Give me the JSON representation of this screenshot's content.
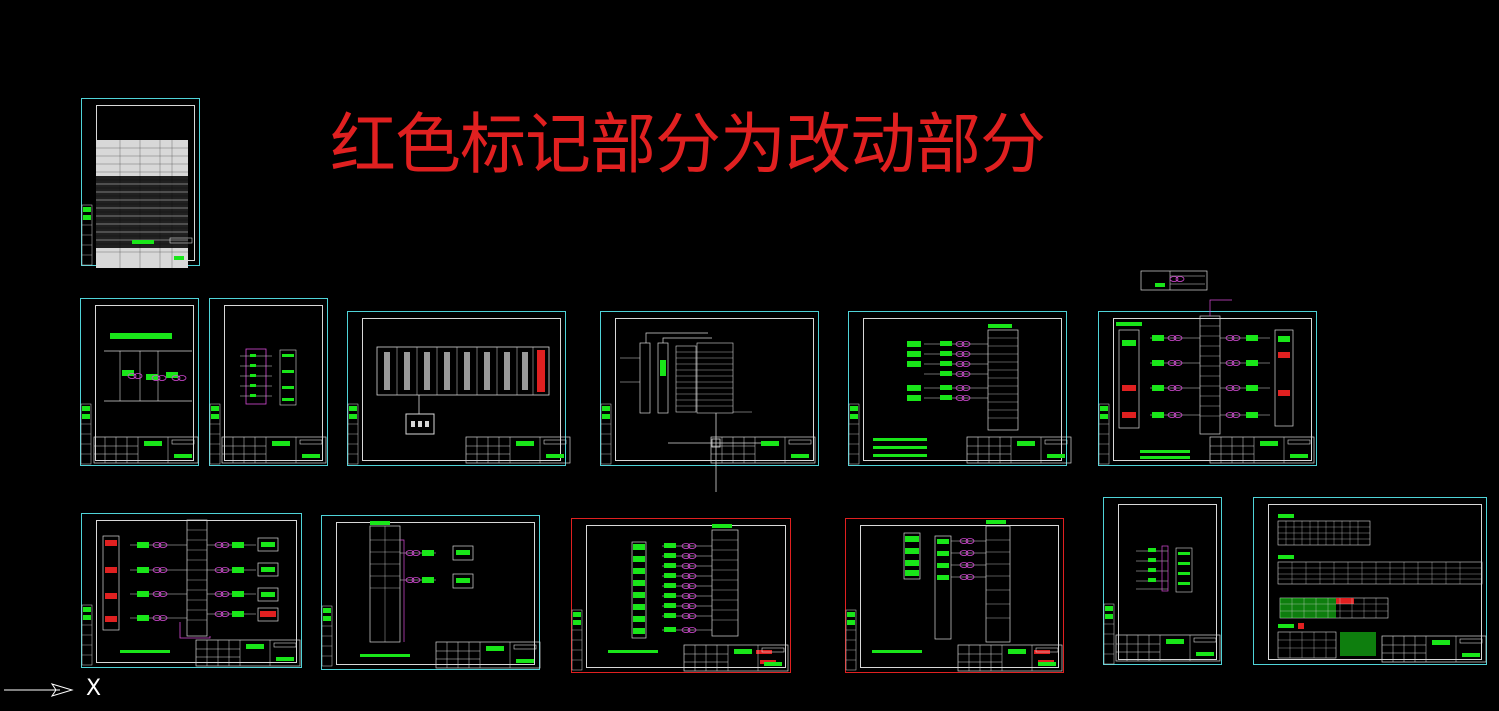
{
  "drawing": {
    "note_title": "红色标记部分为改动部分",
    "axis_label": "X"
  },
  "colors": {
    "background": "#000000",
    "sheet_border": "#4fd3d8",
    "changed_border": "#e02020",
    "green": "#19e619",
    "magenta": "#d84bd8",
    "white": "#d8d8d8"
  },
  "sheets": [
    {
      "id": "cover",
      "changed": false
    },
    {
      "id": "sheet-1",
      "changed": false
    },
    {
      "id": "sheet-2",
      "changed": false
    },
    {
      "id": "sheet-3",
      "changed": false
    },
    {
      "id": "sheet-4",
      "changed": false
    },
    {
      "id": "sheet-5",
      "changed": false
    },
    {
      "id": "sheet-6",
      "changed": false
    },
    {
      "id": "sheet-7",
      "changed": false
    },
    {
      "id": "sheet-8",
      "changed": false
    },
    {
      "id": "sheet-9",
      "changed": true
    },
    {
      "id": "sheet-10",
      "changed": true
    },
    {
      "id": "sheet-11",
      "changed": false
    },
    {
      "id": "sheet-12",
      "changed": false
    }
  ]
}
